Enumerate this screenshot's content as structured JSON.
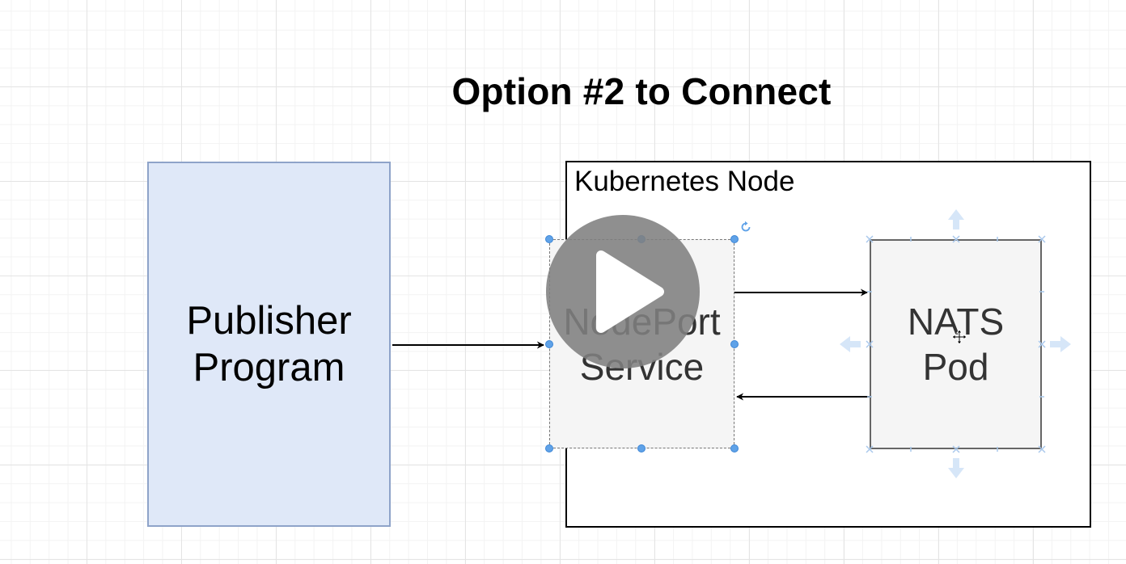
{
  "title": "Option #2 to Connect",
  "shapes": {
    "publisher": {
      "label": "Publisher\nProgram",
      "fill": "#dfe8f8",
      "stroke": "#8ea3c9"
    },
    "kubernetes_node": {
      "label": "Kubernetes Node",
      "stroke": "#000000"
    },
    "nodeport_service": {
      "label": "NodePort\nService",
      "fill": "#f5f5f5",
      "selected": true
    },
    "nats_pod": {
      "label": "NATS\nPod",
      "fill": "#f5f5f5",
      "stroke": "#666666"
    }
  },
  "connections": [
    {
      "from": "publisher",
      "to": "nodeport_service"
    },
    {
      "from": "nodeport_service",
      "to": "nats_pod"
    },
    {
      "from": "nats_pod",
      "to": "nodeport_service"
    }
  ],
  "overlay": {
    "play_icon": "play-icon",
    "rotate_icon": "rotate-icon",
    "move_cursor_icon": "move-cursor-icon",
    "selection_color": "#5fa2e8"
  }
}
